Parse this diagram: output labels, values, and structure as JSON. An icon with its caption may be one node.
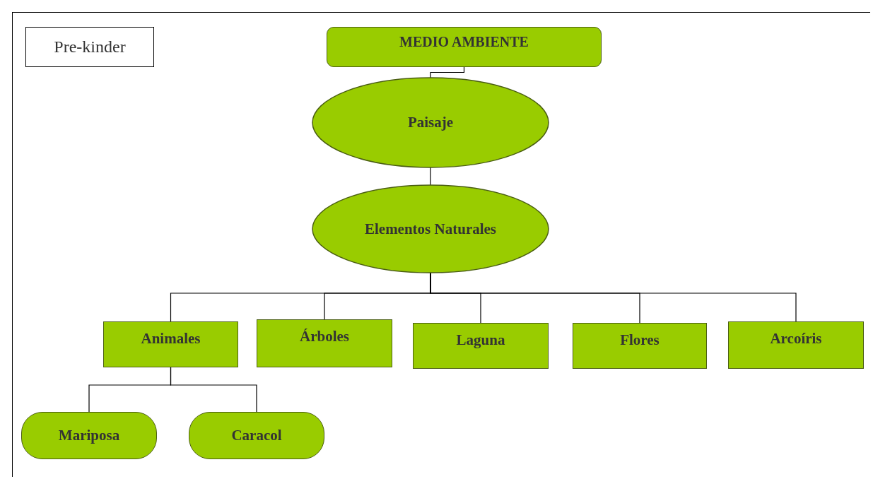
{
  "diagram": {
    "nodes": [
      {
        "text": [
          "Pre-kinder"
        ]
      },
      {
        "text": [
          "MEDIO AMBIENTE"
        ]
      },
      {
        "text": [
          "Paisaje"
        ]
      },
      {
        "text": [
          "Elementos Naturales"
        ]
      },
      {
        "text": [
          "Animales"
        ]
      },
      {
        "text": [
          "Árboles"
        ]
      },
      {
        "text": [
          "Laguna"
        ]
      },
      {
        "text": [
          "Flores"
        ]
      },
      {
        "text": [
          "Arcoíris"
        ]
      },
      {
        "text": [
          "Mariposa"
        ]
      },
      {
        "text": [
          "Caracol"
        ]
      }
    ],
    "edges": [
      {
        "from": 1,
        "to": 2,
        "arrow": "none"
      },
      {
        "from": 2,
        "to": 3,
        "arrow": "none"
      },
      {
        "from": 3,
        "to": 4,
        "arrow": "none"
      },
      {
        "from": 3,
        "to": 5,
        "arrow": "none"
      },
      {
        "from": 3,
        "to": 6,
        "arrow": "none"
      },
      {
        "from": 3,
        "to": 7,
        "arrow": "none"
      },
      {
        "from": 3,
        "to": 8,
        "arrow": "none"
      },
      {
        "from": 4,
        "to": 9,
        "arrow": "none"
      },
      {
        "from": 4,
        "to": 10,
        "arrow": "none"
      }
    ]
  }
}
